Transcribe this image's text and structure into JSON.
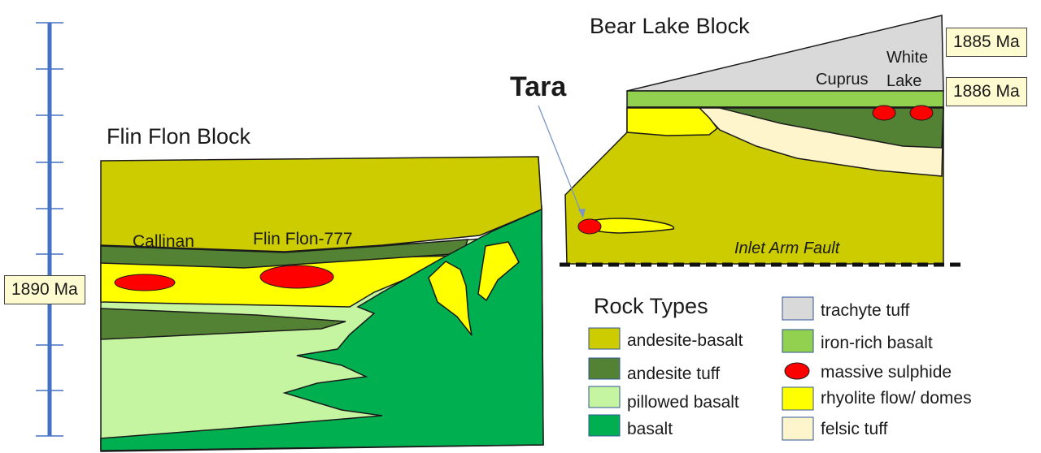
{
  "blocks": {
    "flin_flon": "Flin Flon Block",
    "bear_lake": "Bear Lake Block"
  },
  "deposits": {
    "callinan": "Callinan",
    "flin_flon_777": "Flin Flon-777",
    "cuprus": "Cuprus",
    "white_lake_1": "White",
    "white_lake_2": "Lake",
    "tara": "Tara"
  },
  "fault": "Inlet Arm Fault",
  "ages": {
    "age_1890": "1890 Ma",
    "age_1885": "1885 Ma",
    "age_1886": "1886 Ma"
  },
  "legend": {
    "title": "Rock Types",
    "items": [
      {
        "label": "andesite-basalt",
        "color": "#cccc00"
      },
      {
        "label": "andesite tuff",
        "color": "#548235"
      },
      {
        "label": "pillowed basalt",
        "color": "#c5f5a0"
      },
      {
        "label": "basalt",
        "color": "#00b050"
      },
      {
        "label": "trachyte tuff",
        "color": "#d9d9d9"
      },
      {
        "label": "iron-rich basalt",
        "color": "#92d050"
      },
      {
        "label": "massive sulphide",
        "color": "#ff0000"
      },
      {
        "label": "rhyolite flow/ domes",
        "color": "#ffff00"
      },
      {
        "label": "felsic tuff",
        "color": "#fff5cc"
      }
    ]
  },
  "colors": {
    "andesite_basalt": "#cccc00",
    "andesite_tuff": "#548235",
    "pillowed_basalt": "#c5f5a0",
    "basalt": "#00b050",
    "trachyte_tuff": "#d9d9d9",
    "iron_rich_basalt": "#92d050",
    "massive_sulphide": "#ff0000",
    "rhyolite": "#ffff00",
    "felsic_tuff": "#fff5cc",
    "timeline": "#4472c4",
    "age_box": "#fffbd0"
  }
}
